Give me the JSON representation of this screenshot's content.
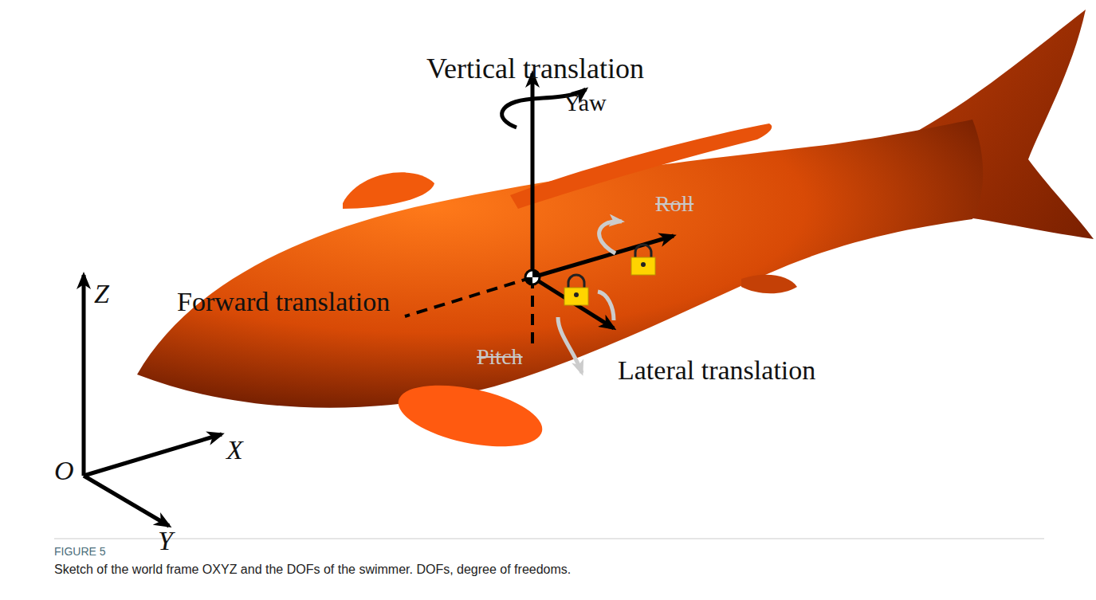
{
  "diagram": {
    "caption": "Sketch of the world frame OXYZ and the DOFs of the swimmer. DOFs, degree of freedoms.",
    "labels": [
      "Vertical translation",
      "Yaw",
      "Roll",
      "Forward translation",
      "Pitch",
      "Lateral translation",
      "Z",
      "X",
      "O",
      "Y",
      "FIGURE 5"
    ]
  }
}
